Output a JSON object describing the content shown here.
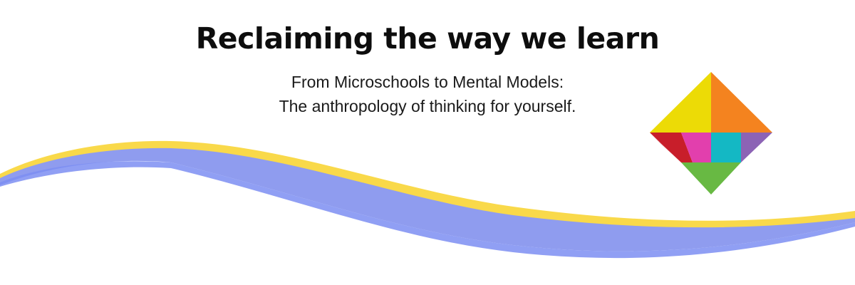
{
  "banner": {
    "title": "Reclaiming the way we learn",
    "subtitle_line1": "From Microschools to Mental Models:",
    "subtitle_line2": "The anthropology of thinking for yourself."
  },
  "colors": {
    "wave_yellow": "#f9d94a",
    "wave_blue": "#8f9cef",
    "wave_blue_edge": "#7d8ef2",
    "tangram_yellow": "#ecdb06",
    "tangram_orange": "#f4831f",
    "tangram_red": "#c81e2a",
    "tangram_pink": "#e23fad",
    "tangram_teal": "#14b8c4",
    "tangram_purple": "#8c63b5",
    "tangram_green": "#68b943"
  },
  "icons": {
    "tangram": "tangram-diamond-logo"
  }
}
